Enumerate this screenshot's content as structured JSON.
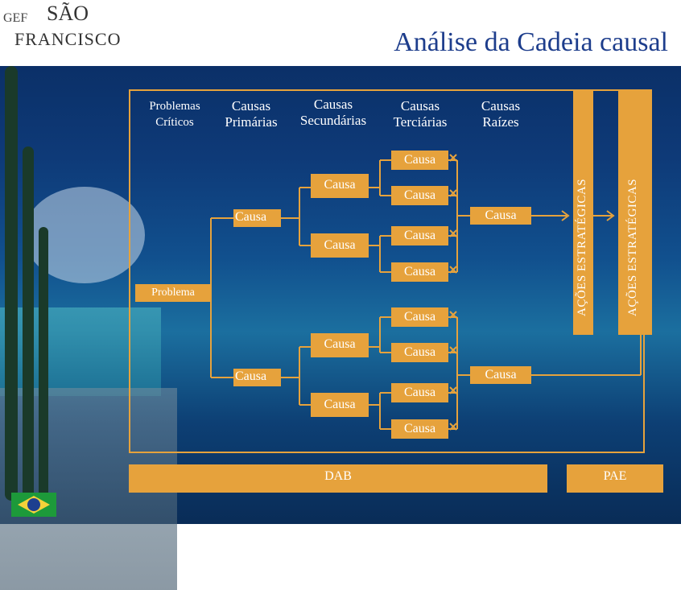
{
  "header": {
    "logo_gef": "GEF",
    "logo_sao": "SÃO",
    "logo_francisco": "FRANCISCO",
    "title": "Análise da Cadeia causal"
  },
  "columns": {
    "problemas_criticos": [
      "Problemas",
      "Críticos"
    ],
    "causas_primarias": [
      "Causas",
      "Primárias"
    ],
    "causas_secundarias": [
      "Causas",
      "Secundárias"
    ],
    "causas_terciarias": [
      "Causas",
      "Terciárias"
    ],
    "causas_raizes": [
      "Causas",
      "Raízes"
    ]
  },
  "problem_label": "Problema",
  "node_label": "Causa",
  "acoes_label": "AÇÕES ESTRATÉGICAS",
  "dab_label": "DAB",
  "pae_label": "PAE",
  "colors": {
    "accent": "#e6a23c",
    "title_blue": "#1d3d8c"
  }
}
